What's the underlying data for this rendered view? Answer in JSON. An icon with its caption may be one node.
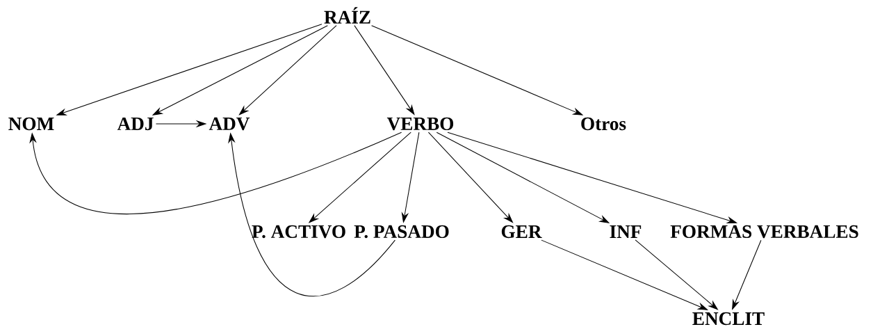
{
  "diagram": {
    "nodes": [
      {
        "text": [
          "RAÍZ"
        ]
      },
      {
        "text": [
          "NOM"
        ]
      },
      {
        "text": [
          "ADJ"
        ]
      },
      {
        "text": [
          "ADV"
        ]
      },
      {
        "text": [
          "VERBO"
        ]
      },
      {
        "text": [
          "Otros"
        ]
      },
      {
        "text": [
          "P. ACTIVO"
        ]
      },
      {
        "text": [
          "P. PASADO"
        ]
      },
      {
        "text": [
          "GER"
        ]
      },
      {
        "text": [
          "INF"
        ]
      },
      {
        "text": [
          "FORMAS VERBALES"
        ]
      },
      {
        "text": [
          "ENCLIT"
        ]
      }
    ],
    "edges": [
      {
        "from": 0,
        "to": 1,
        "arrow": "to"
      },
      {
        "from": 0,
        "to": 2,
        "arrow": "to"
      },
      {
        "from": 0,
        "to": 3,
        "arrow": "to"
      },
      {
        "from": 0,
        "to": 4,
        "arrow": "to"
      },
      {
        "from": 0,
        "to": 5,
        "arrow": "to"
      },
      {
        "from": 2,
        "to": 3,
        "arrow": "to"
      },
      {
        "from": 4,
        "to": 1,
        "arrow": "to"
      },
      {
        "from": 4,
        "to": 6,
        "arrow": "to"
      },
      {
        "from": 4,
        "to": 7,
        "arrow": "to"
      },
      {
        "from": 4,
        "to": 8,
        "arrow": "to"
      },
      {
        "from": 4,
        "to": 9,
        "arrow": "to"
      },
      {
        "from": 4,
        "to": 10,
        "arrow": "to"
      },
      {
        "from": 7,
        "to": 3,
        "arrow": "to"
      },
      {
        "from": 8,
        "to": 11,
        "arrow": "to"
      },
      {
        "from": 9,
        "to": 11,
        "arrow": "to"
      },
      {
        "from": 10,
        "to": 11,
        "arrow": "to"
      }
    ]
  }
}
